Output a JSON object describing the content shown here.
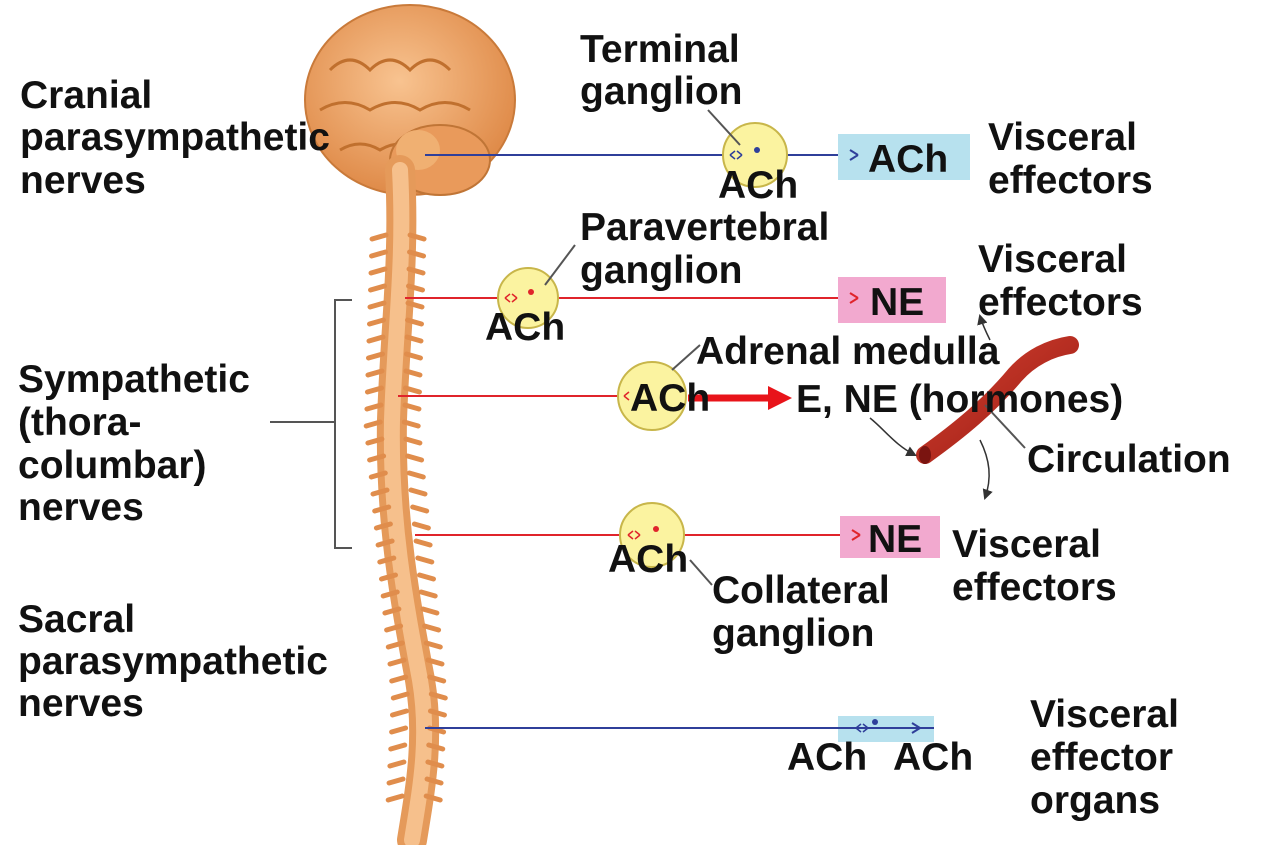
{
  "colors": {
    "parasympathetic_axon": "#2f3f9a",
    "sympathetic_axon": "#e0242b",
    "ach_box": "#b7e1ee",
    "ne_box": "#f2a9cf",
    "ganglion_fill": "#fbf3a0",
    "ganglion_stroke": "#c8b64a",
    "brain": "#f2a668",
    "spinal_cord": "#f4b57c",
    "blood_vessel": "#b8241c",
    "hormone_arrow": "#e8141a"
  },
  "labels": {
    "cranial": [
      "Cranial",
      "parasympathetic",
      "nerves"
    ],
    "sympathetic": [
      "Sympathetic",
      "(thora-",
      "columbar)",
      "nerves"
    ],
    "sacral": [
      "Sacral",
      "parasympathetic",
      "nerves"
    ],
    "terminal_ganglion": [
      "Terminal",
      "ganglion"
    ],
    "paravertebral_ganglion": [
      "Paravertebral",
      "ganglion"
    ],
    "adrenal_medulla": "Adrenal medulla",
    "hormones": "E, NE (hormones)",
    "circulation": "Circulation",
    "collateral_ganglion": [
      "Collateral",
      "ganglion"
    ],
    "visceral_effectors_1": [
      "Visceral",
      "effectors"
    ],
    "visceral_effectors_2": [
      "Visceral",
      "effectors"
    ],
    "visceral_effectors_3": [
      "Visceral",
      "effectors"
    ],
    "visceral_effector_organs": [
      "Visceral",
      "effector",
      "organs"
    ]
  },
  "neurotransmitters": {
    "cranial_ganglion": "ACh",
    "cranial_effector": "ACh",
    "paravertebral_ganglion": "ACh",
    "paravertebral_effector": "NE",
    "adrenal_ganglion": "ACh",
    "collateral_ganglion": "ACh",
    "collateral_effector": "NE",
    "sacral_ganglion": "ACh",
    "sacral_effector": "ACh"
  },
  "icons": [
    "brain-icon",
    "spinal-cord-icon",
    "blood-vessel-icon",
    "ganglion-icon",
    "arrow-icon"
  ]
}
